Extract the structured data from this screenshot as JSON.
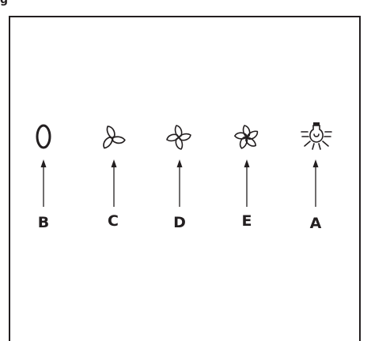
{
  "header": {
    "corner_text": "g"
  },
  "controls": [
    {
      "key": "B",
      "icon": "power-off-zero-icon"
    },
    {
      "key": "C",
      "icon": "fan-speed-1-icon"
    },
    {
      "key": "D",
      "icon": "fan-speed-2-icon"
    },
    {
      "key": "E",
      "icon": "fan-speed-3-icon"
    },
    {
      "key": "A",
      "icon": "light-bulb-icon"
    }
  ],
  "colors": {
    "ink": "#231f20",
    "background": "#ffffff"
  }
}
